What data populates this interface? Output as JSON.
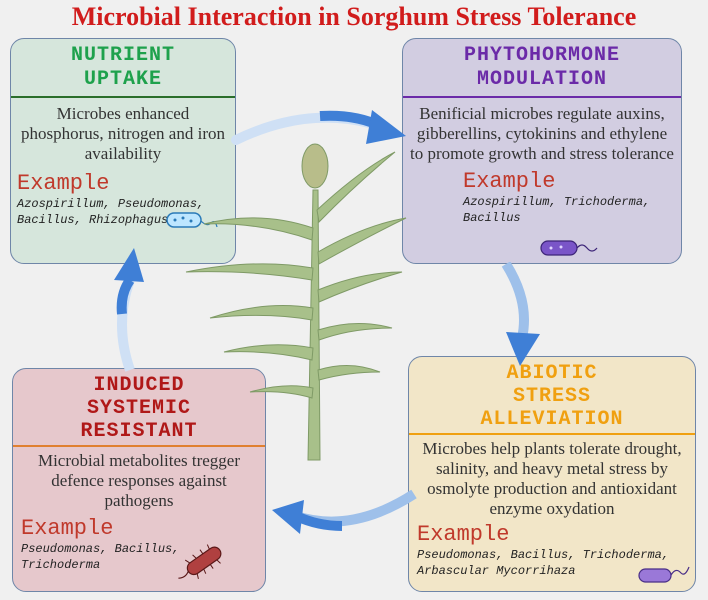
{
  "title": "Microbial Interaction in Sorghum Stress Tolerance",
  "colors": {
    "title": "#d11c1c",
    "nutrient": "#1ea14c",
    "phyto": "#6b2aa8",
    "abiotic": "#f0a010",
    "induced": "#b01818",
    "arrow": "#3f7fd6",
    "plant": "#a8c08a"
  },
  "boxes": {
    "nutrient": {
      "heading": [
        "NUTRIENT",
        "UPTAKE"
      ],
      "description": "Microbes enhanced phosphorus, nitrogen and iron availability",
      "example_label": "Example",
      "examples": [
        "Azospirillum, Pseudomonas,",
        "Bacillus, Rhizophagus"
      ]
    },
    "phyto": {
      "heading": [
        "PHYTOHORMONE",
        "MODULATION"
      ],
      "description": "Benificial microbes regulate auxins, gibberellins, cytokinins and ethylene to promote growth and stress tolerance",
      "example_label": "Example",
      "examples": [
        "Azospirillum, Trichoderma,",
        "Bacillus"
      ]
    },
    "abiotic": {
      "heading": [
        "ABIOTIC",
        "STRESS",
        "ALLEVIATION"
      ],
      "description": "Microbes help plants tolerate drought, salinity, and heavy metal stress by osmolyte production and antioxidant enzyme oxydation",
      "example_label": "Example",
      "examples": [
        "Pseudomonas, Bacillus, Trichoderma,",
        "Arbascular Mycorrihaza"
      ]
    },
    "induced": {
      "heading": [
        "INDUCED",
        "SYSTEMIC",
        "RESISTANT"
      ],
      "description": "Microbial metabolites tregger defence responses against pathogens",
      "example_label": "Example",
      "examples": [
        "Pseudomonas, Bacillus,",
        "Trichoderma"
      ]
    }
  }
}
